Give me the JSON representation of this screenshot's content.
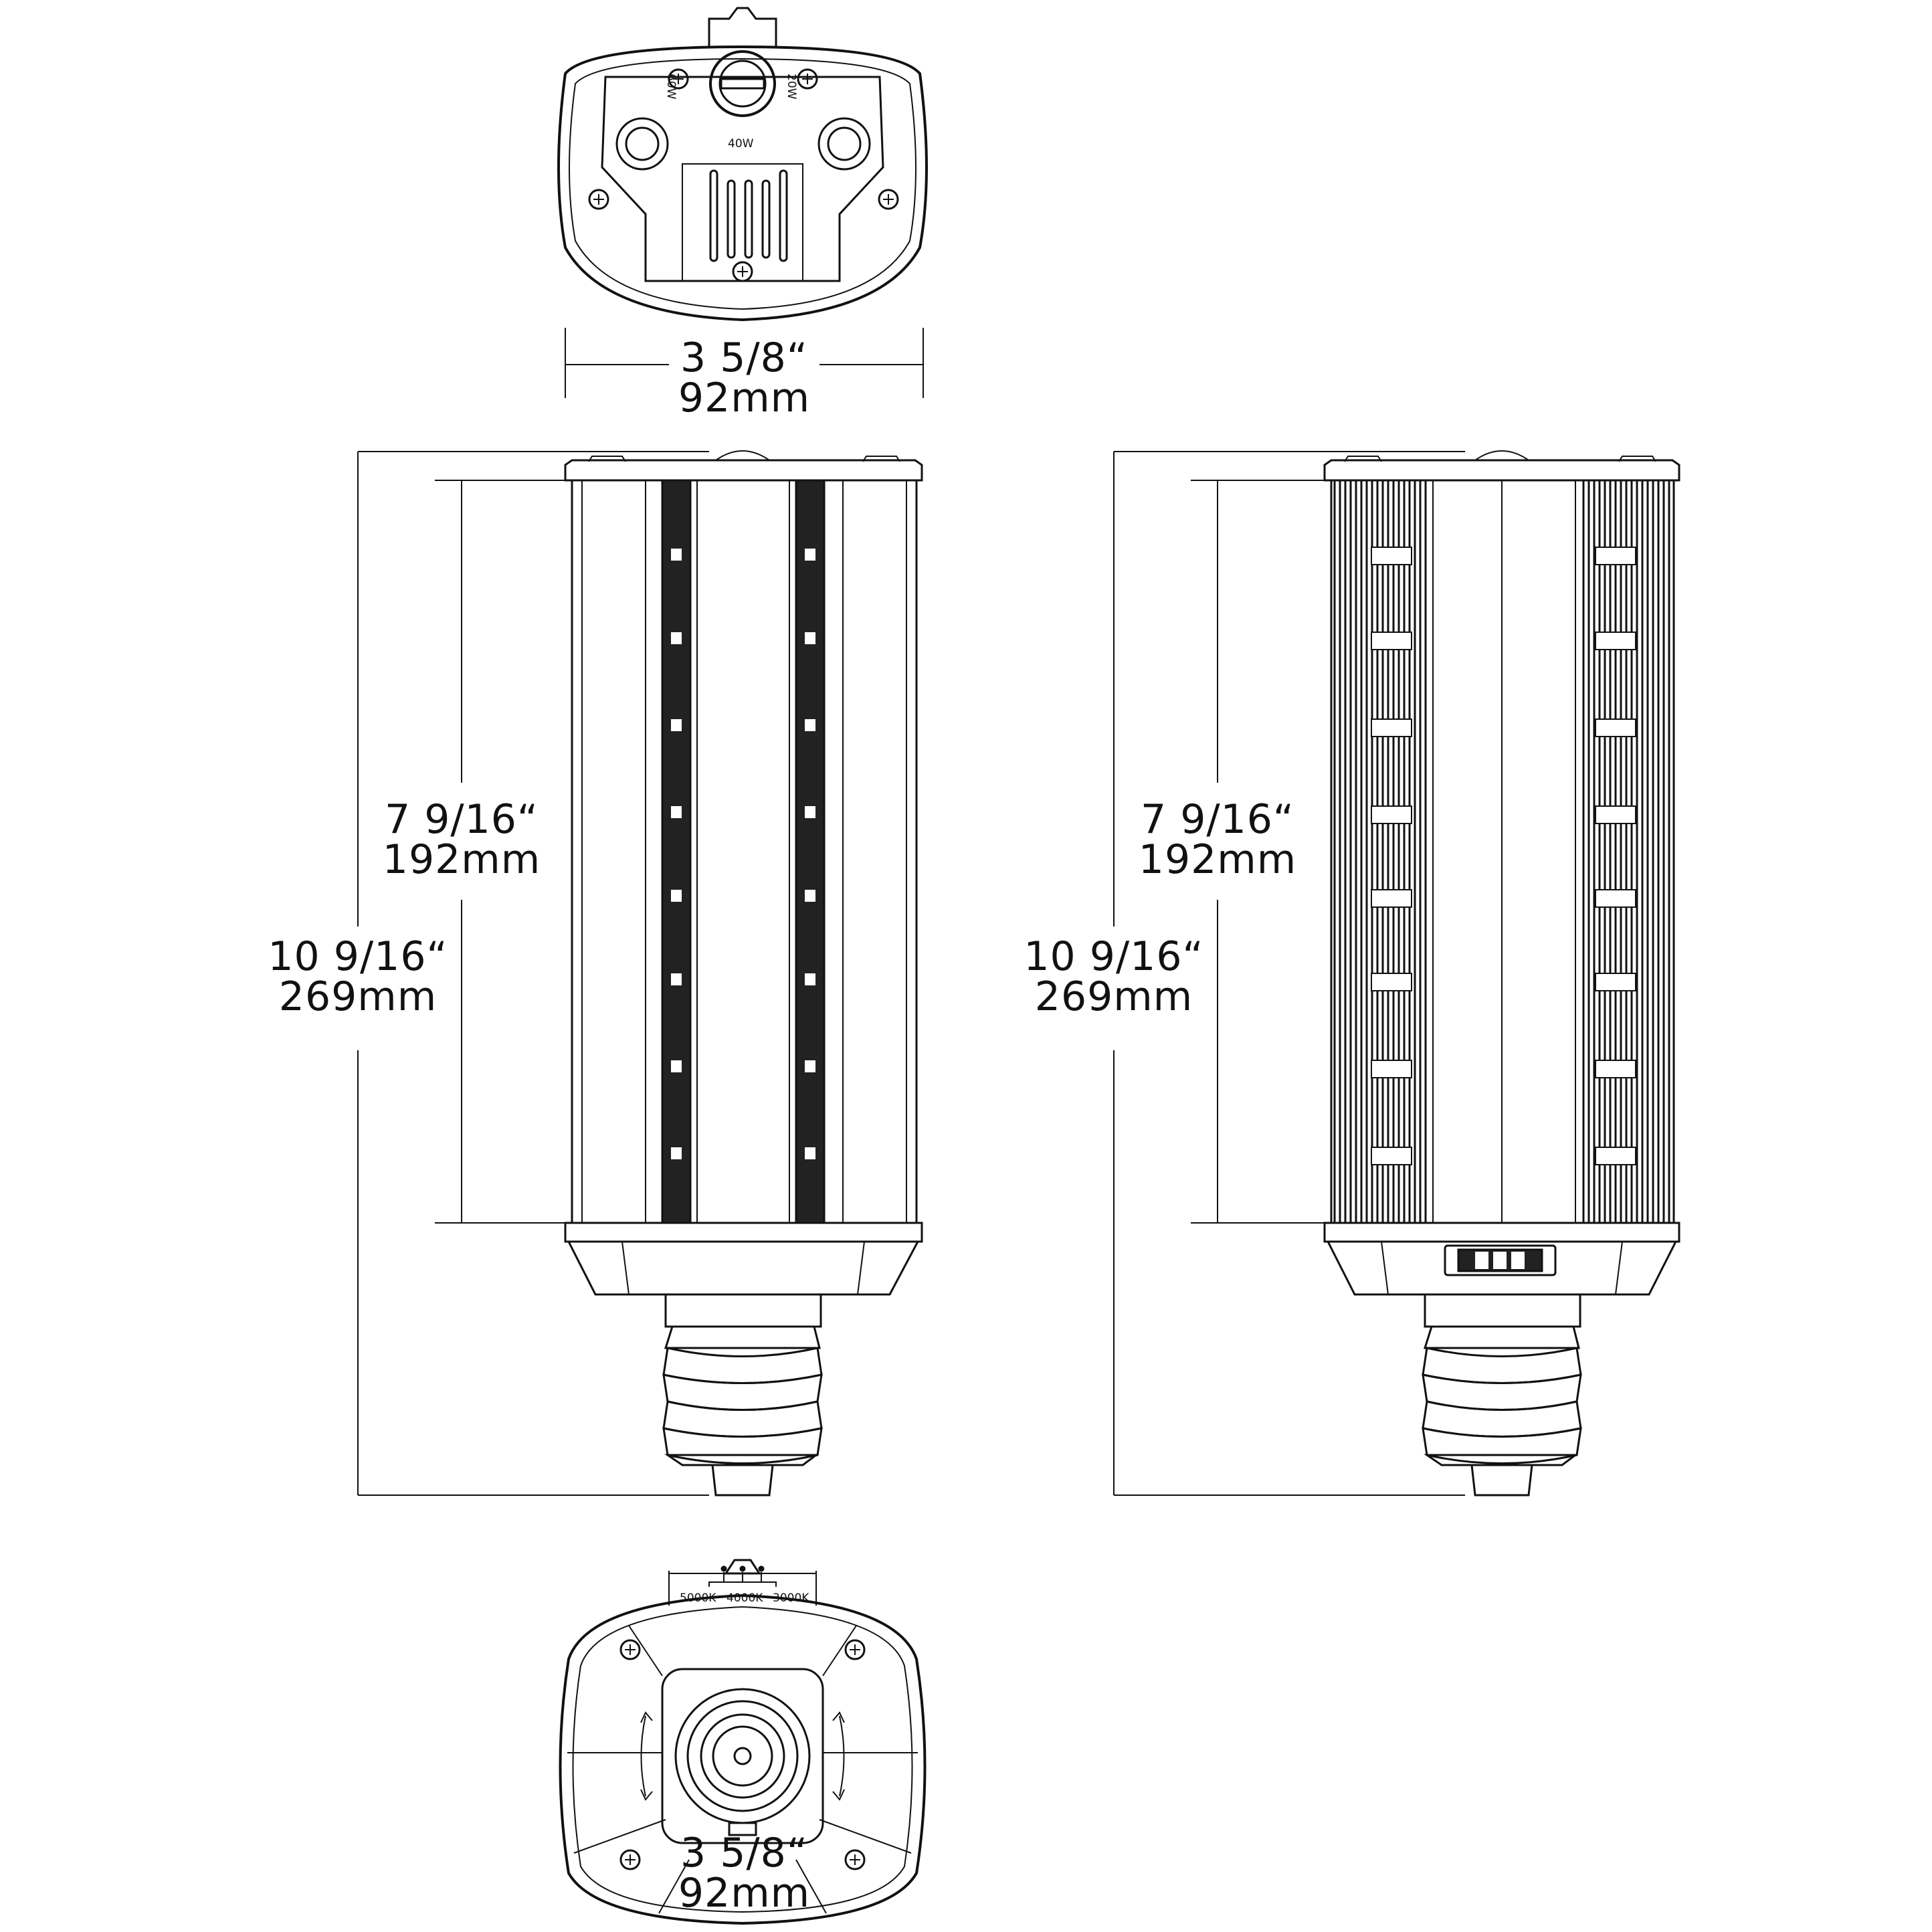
{
  "top_view": {
    "width_label": {
      "imperial": "3  5/8“",
      "metric": "92mm"
    },
    "dial_labels": {
      "left": "60W",
      "right": "20W",
      "bottom": "40W"
    }
  },
  "front_view": {
    "body_label": {
      "imperial": "7  9/16“",
      "metric": "192mm"
    },
    "overall_label": {
      "imperial": "10  9/16“",
      "metric": "269mm"
    }
  },
  "side_view": {
    "body_label": {
      "imperial": "7  9/16“",
      "metric": "192mm"
    },
    "overall_label": {
      "imperial": "10  9/16“",
      "metric": "269mm"
    }
  },
  "bottom_view": {
    "width_label": {
      "imperial": "3  5/8“",
      "metric": "92mm"
    },
    "cct_labels": [
      "5000K",
      "4000K",
      "3000K"
    ]
  },
  "colors": {
    "line": "#111111",
    "background": "#ffffff"
  }
}
